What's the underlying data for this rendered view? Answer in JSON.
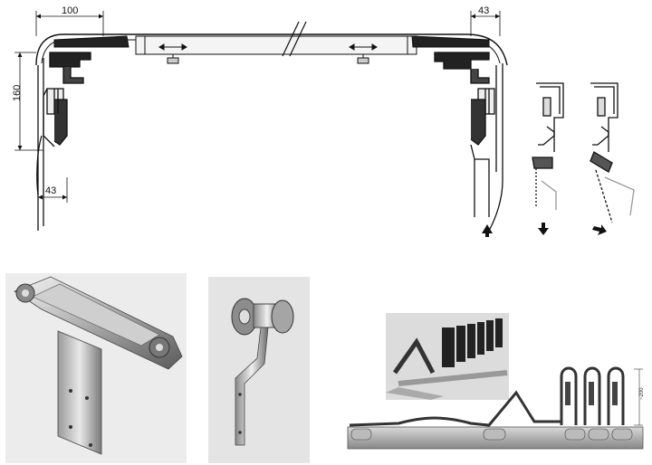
{
  "dimensions": {
    "top_width": "100",
    "height": "160",
    "bottom_offset": "43",
    "right_offset": "43",
    "fold_height": "~200"
  },
  "colors": {
    "line": "#111111",
    "metal_light": "#d9d9d9",
    "metal_dark": "#6e6e6e",
    "photo_bg": "#e6e6e6"
  },
  "photos": {
    "photo_1": "rail-carriage-photo",
    "photo_2": "roller-hanger-photo",
    "photo_3": "folded-curtain-photo"
  }
}
